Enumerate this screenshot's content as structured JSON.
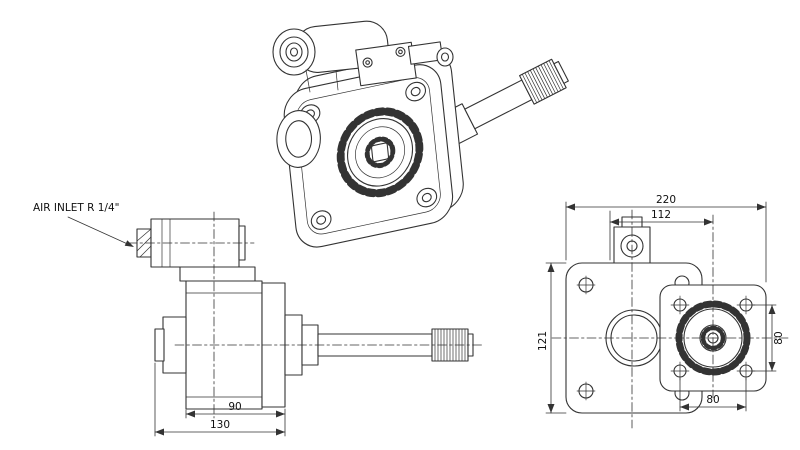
{
  "drawing": {
    "background": "#ffffff",
    "line_color": "#333333",
    "labels": {
      "air_inlet": "AIR INLET R 1/4\""
    },
    "side_view": {
      "dim_body": "90",
      "dim_overall": "130"
    },
    "front_view": {
      "dim_width": "220",
      "dim_offset": "112",
      "dim_height": "121",
      "dim_bolt_v": "80",
      "dim_bolt_h": "80"
    }
  }
}
